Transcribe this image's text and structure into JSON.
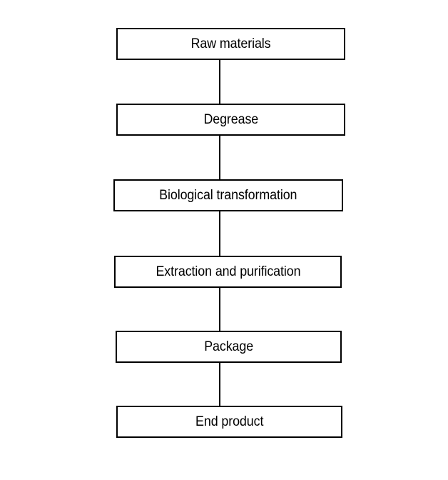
{
  "diagram": {
    "type": "flowchart",
    "orientation": "vertical",
    "title": "",
    "colors": {
      "background": "#ffffff",
      "node_fill": "#ffffff",
      "node_border": "#000000",
      "connector": "#000000",
      "text": "#000000"
    },
    "nodes": [
      {
        "id": "raw-materials",
        "label": "Raw materials",
        "shape": "rectangle",
        "order": 1
      },
      {
        "id": "degrease",
        "label": "Degrease",
        "shape": "rectangle",
        "order": 2
      },
      {
        "id": "biological-transformation",
        "label": "Biological transformation",
        "shape": "rectangle",
        "order": 3
      },
      {
        "id": "extraction-and-purification",
        "label": "Extraction and purification",
        "shape": "rectangle",
        "order": 4
      },
      {
        "id": "package",
        "label": "Package",
        "shape": "rectangle",
        "order": 5
      },
      {
        "id": "end-product",
        "label": "End product",
        "shape": "rectangle",
        "order": 6
      }
    ],
    "connectors": [
      {
        "from": "raw-materials",
        "to": "degrease",
        "style": "line"
      },
      {
        "from": "degrease",
        "to": "biological-transformation",
        "style": "line"
      },
      {
        "from": "biological-transformation",
        "to": "extraction-and-purification",
        "style": "line"
      },
      {
        "from": "extraction-and-purification",
        "to": "package",
        "style": "line"
      },
      {
        "from": "package",
        "to": "end-product",
        "style": "line"
      }
    ]
  }
}
